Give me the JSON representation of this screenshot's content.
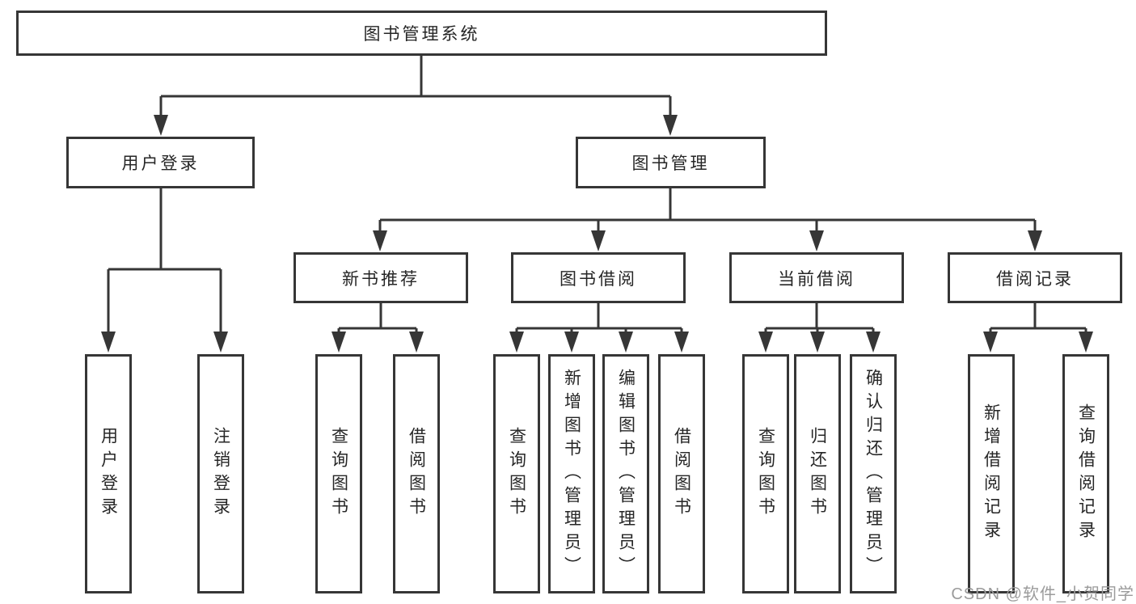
{
  "colors": {
    "line": "#363636",
    "text": "#262626",
    "box_bg": "#ffffff",
    "watermark": "#9b9b9b",
    "background": "#ffffff"
  },
  "watermark": "CSDN @软件_小贺同学",
  "tree": {
    "root": "图书管理系统",
    "user_login": {
      "label": "用户登录",
      "children": [
        "用户登录",
        "注销登录"
      ]
    },
    "book_mgmt": {
      "label": "图书管理",
      "sections": [
        {
          "label": "新书推荐",
          "children": [
            "查询图书",
            "借阅图书"
          ]
        },
        {
          "label": "图书借阅",
          "children": [
            "查询图书",
            "新增图书（管理员）",
            "编辑图书（管理员）",
            "借阅图书"
          ]
        },
        {
          "label": "当前借阅",
          "children": [
            "查询图书",
            "归还图书",
            "确认归还（管理员）"
          ]
        },
        {
          "label": "借阅记录",
          "children": [
            "新增借阅记录",
            "查询借阅记录"
          ]
        }
      ]
    }
  }
}
